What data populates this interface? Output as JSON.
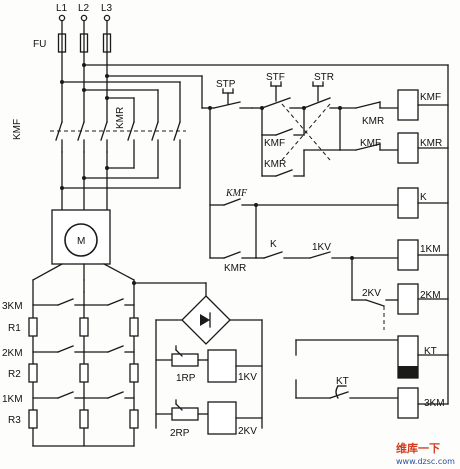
{
  "labels": {
    "L1": "L1",
    "L2": "L2",
    "L3": "L3",
    "FU": "FU",
    "KMF_main": "KMF",
    "KMR_main": "KMR",
    "STP": "STP",
    "STF": "STF",
    "STR": "STR",
    "KMF_coil": "KMF",
    "KMR_coil": "KMR",
    "KMR_nc": "KMR",
    "KMF_nc": "KMF",
    "KMF_hold": "KMF",
    "KMR_hold": "KMR",
    "K_coil": "K",
    "KMF_k": "KMF",
    "KMR_k": "KMR",
    "K_contact": "K",
    "1KV_contact": "1KV",
    "1KM_coil": "1KM",
    "2KV_contact": "2KV",
    "2KM_coil": "2KM",
    "KT_coil": "KT",
    "KT_contact": "KT",
    "3KM_coil": "3KM",
    "motor": "M",
    "3KM_l": "3KM",
    "R1": "R1",
    "2KM_l": "2KM",
    "R2": "R2",
    "1KM_l": "1KM",
    "R3": "R3",
    "1RP": "1RP",
    "1KV_coil": "1KV",
    "2RP": "2RP",
    "2KV_coil": "2KV"
  },
  "watermark": {
    "brand": "维库一下",
    "url": "www.dzsc.com"
  }
}
